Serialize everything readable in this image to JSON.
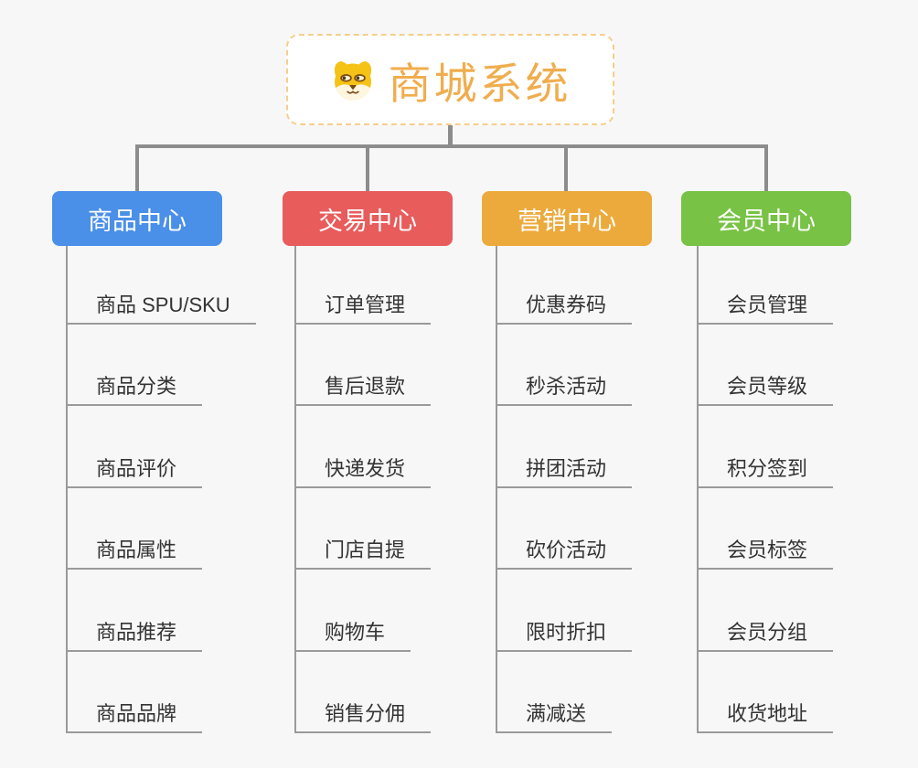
{
  "canvas": {
    "background": "#F7F7F7"
  },
  "root": {
    "title": "商城系统",
    "icon": "shiba-dog-icon",
    "text_color": "#F0AD4E",
    "border_color": "#F6CE8C",
    "background": "#FFFFFF"
  },
  "connector_color": "#8C8C8C",
  "leaf_line_color": "#9A9A9A",
  "leaf_text_color": "#333333",
  "branches": [
    {
      "label": "商品中心",
      "color": "#4A8FE8",
      "children": [
        "商品 SPU/SKU",
        "商品分类",
        "商品评价",
        "商品属性",
        "商品推荐",
        "商品品牌"
      ]
    },
    {
      "label": "交易中心",
      "color": "#E85C5C",
      "children": [
        "订单管理",
        "售后退款",
        "快递发货",
        "门店自提",
        "购物车",
        "销售分佣"
      ]
    },
    {
      "label": "营销中心",
      "color": "#ECAA3D",
      "children": [
        "优惠券码",
        "秒杀活动",
        "拼团活动",
        "砍价活动",
        "限时折扣",
        "满减送"
      ]
    },
    {
      "label": "会员中心",
      "color": "#78C245",
      "children": [
        "会员管理",
        "会员等级",
        "积分签到",
        "会员标签",
        "会员分组",
        "收货地址"
      ]
    }
  ]
}
